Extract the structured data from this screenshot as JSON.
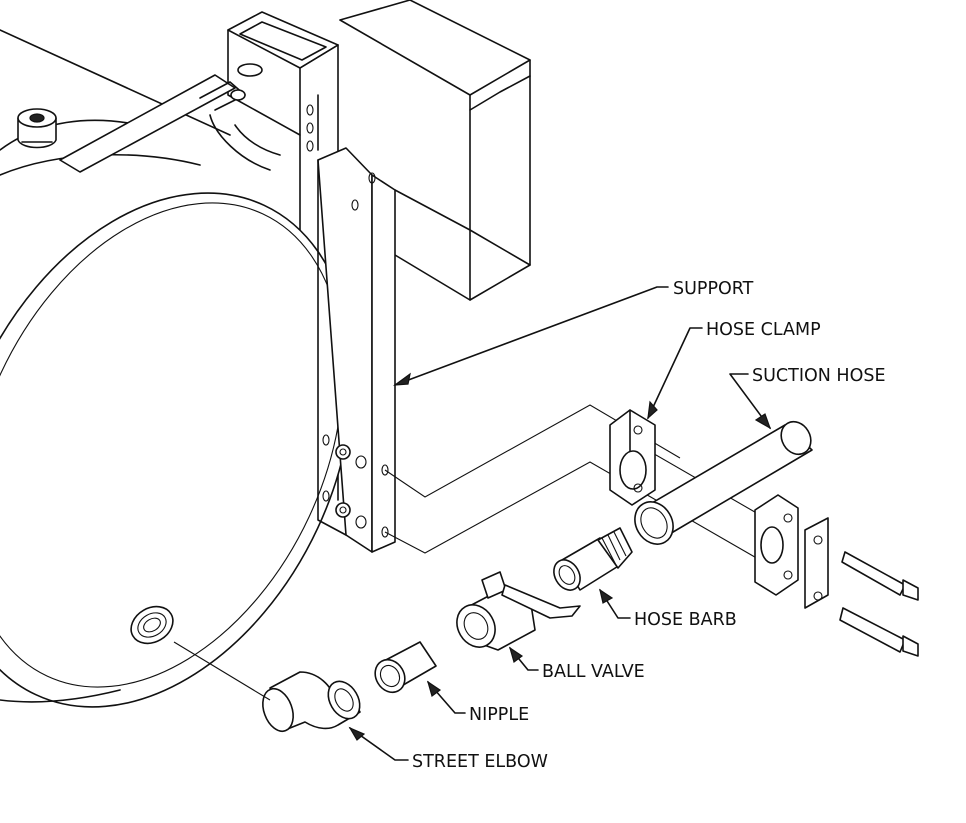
{
  "diagram": {
    "labels": {
      "support": "SUPPORT",
      "hose_clamp": "HOSE CLAMP",
      "suction_hose": "SUCTION HOSE",
      "hose_barb": "HOSE BARB",
      "ball_valve": "BALL VALVE",
      "nipple": "NIPPLE",
      "street_elbow": "STREET ELBOW"
    }
  }
}
